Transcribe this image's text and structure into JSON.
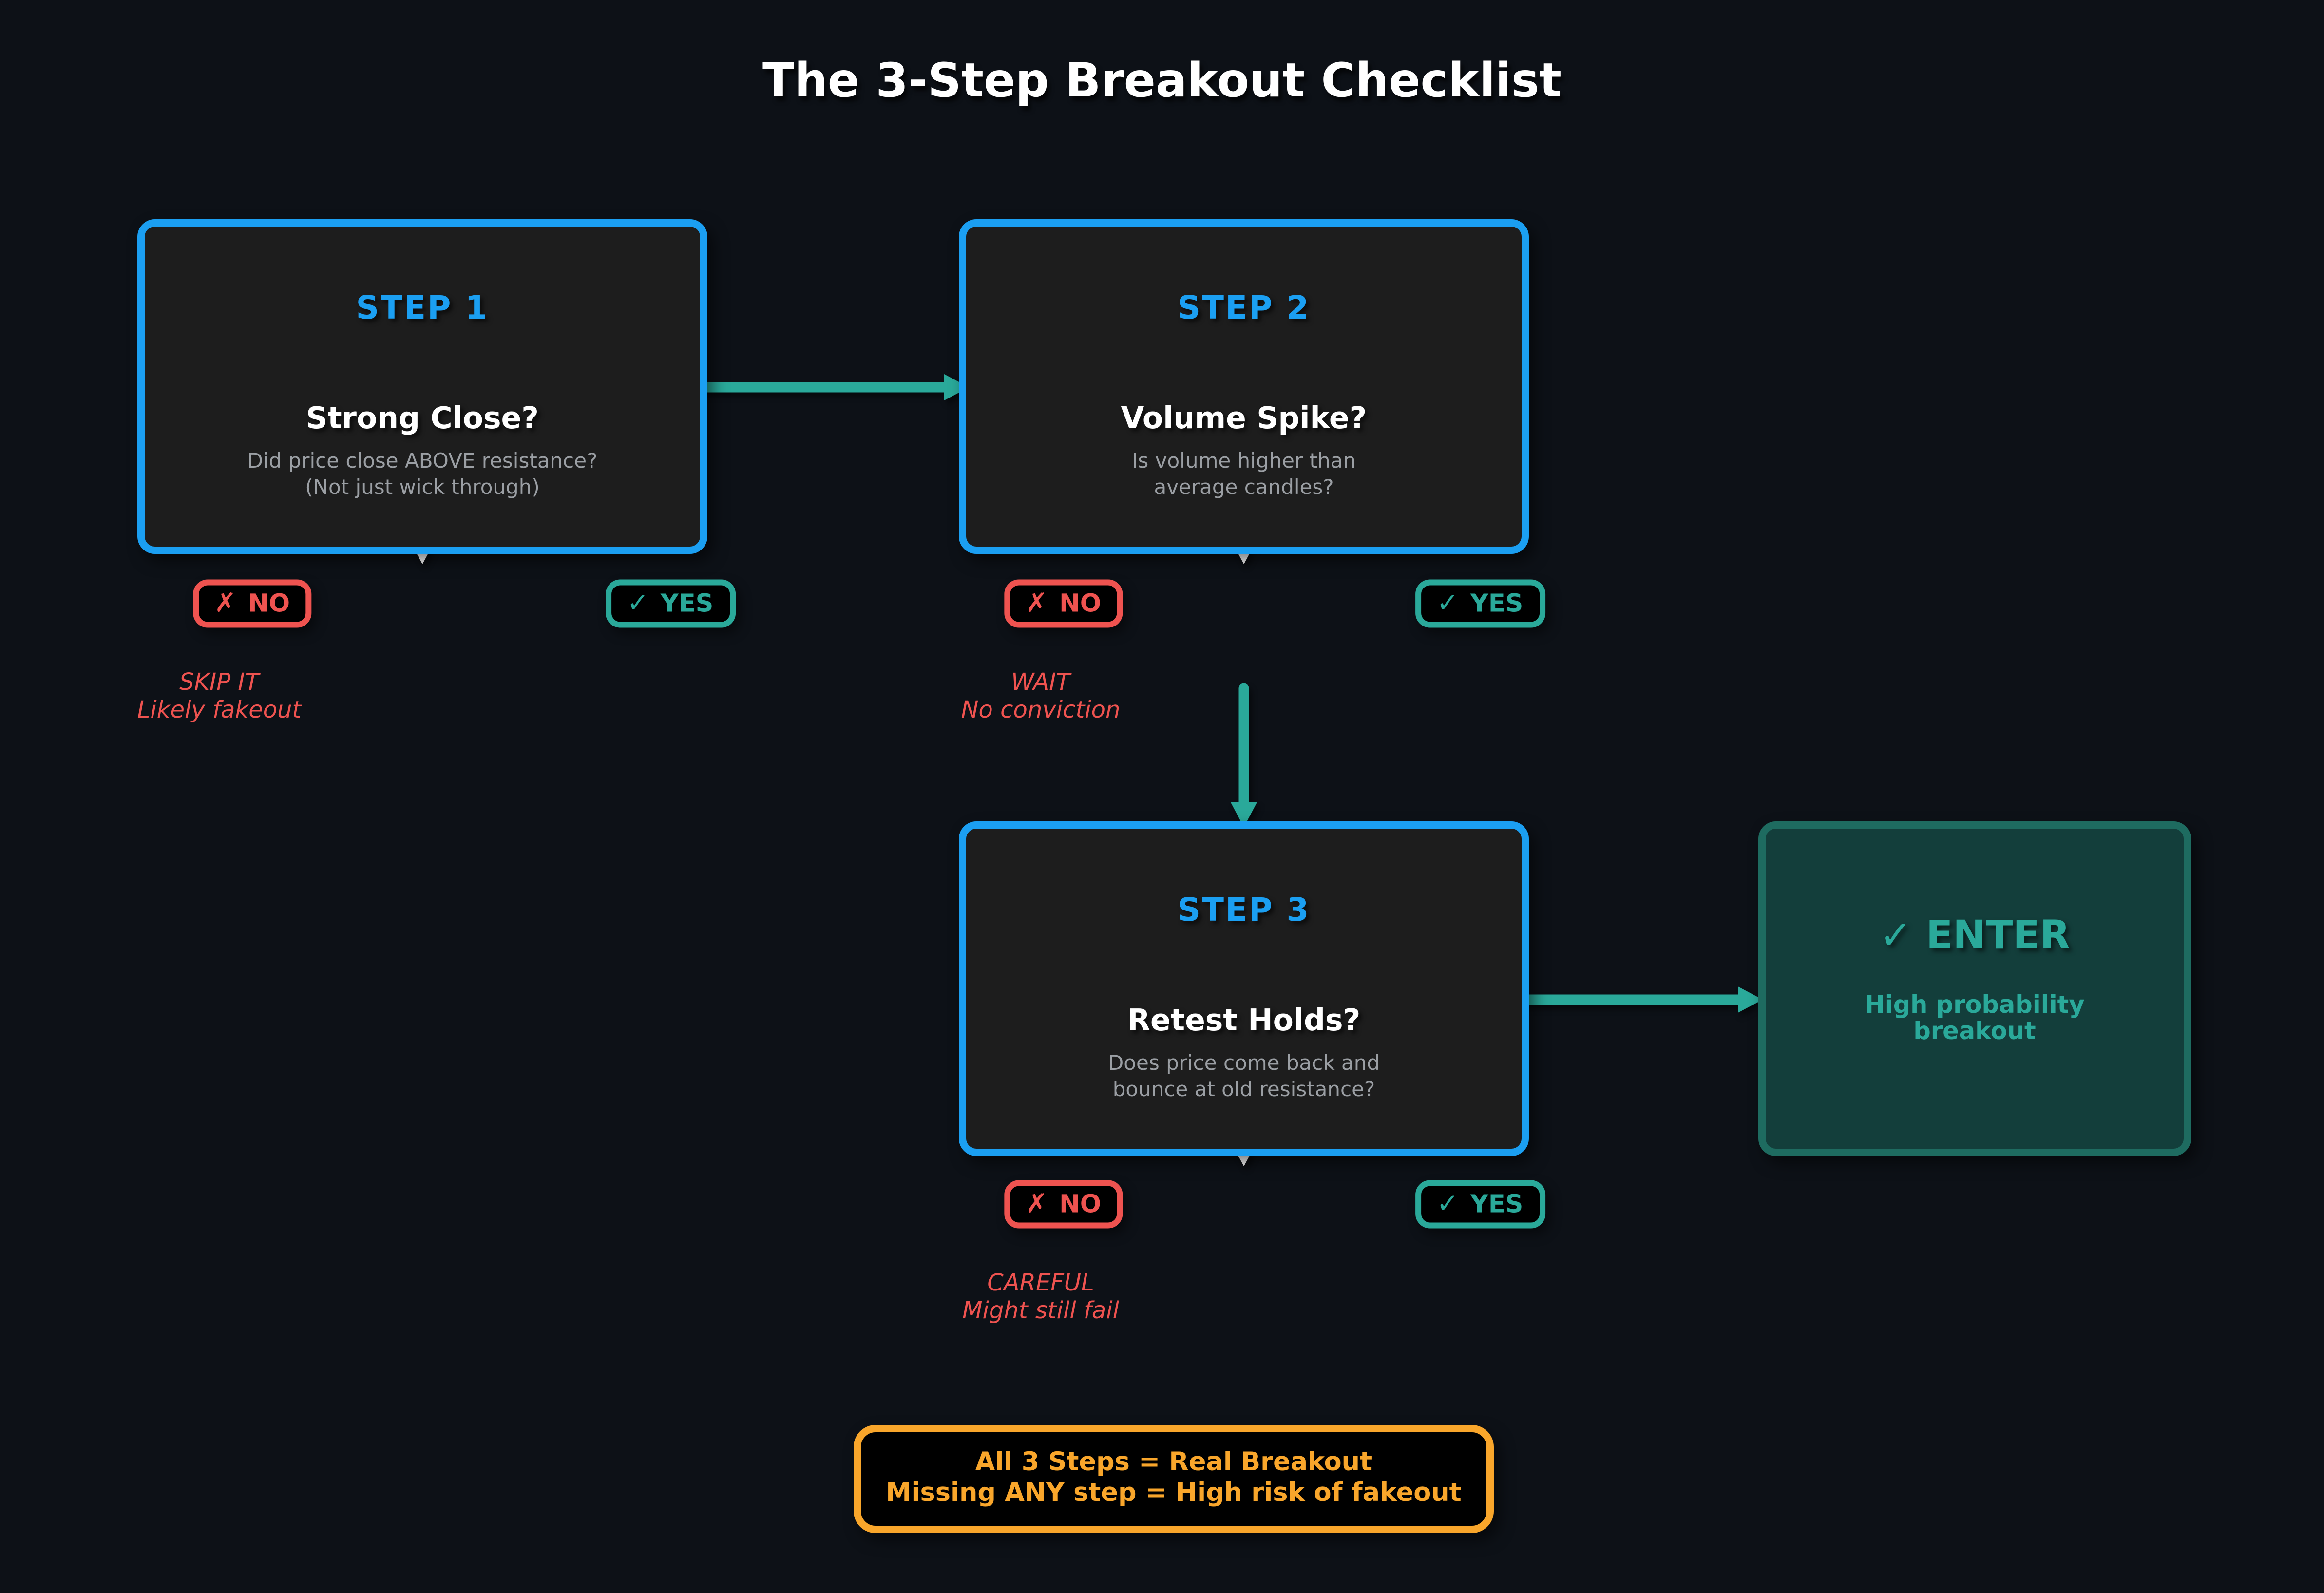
{
  "title": "The 3-Step Breakout Checklist",
  "colors": {
    "background": "#0d1117",
    "box_fill": "#1d1d1d",
    "step_blue": "#1b9ff2",
    "teal": "#2aa99a",
    "enter_fill": "#133e3b",
    "enter_border": "#1e6b60",
    "red": "#ef5350",
    "orange": "#f9a62b",
    "subtext_gray": "#9b9fa4",
    "white": "#ffffff"
  },
  "steps": [
    {
      "label": "STEP 1",
      "question": "Strong Close?",
      "sub_line1": "Did price close ABOVE resistance?",
      "sub_line2": "(Not just wick through)",
      "no_outcome_line1": "SKIP IT",
      "no_outcome_line2": "Likely fakeout"
    },
    {
      "label": "STEP 2",
      "question": "Volume Spike?",
      "sub_line1": "Is volume higher than",
      "sub_line2": "average candles?",
      "no_outcome_line1": "WAIT",
      "no_outcome_line2": "No conviction"
    },
    {
      "label": "STEP 3",
      "question": "Retest Holds?",
      "sub_line1": "Does price come back and",
      "sub_line2": "bounce at old resistance?",
      "no_outcome_line1": "CAREFUL",
      "no_outcome_line2": "Might still fail"
    }
  ],
  "badges": {
    "no_icon": "✗",
    "no_text": "NO",
    "yes_icon": "✓",
    "yes_text": "YES"
  },
  "enter_box": {
    "check_icon": "✓",
    "title": "ENTER",
    "sub_line1": "High probability",
    "sub_line2": "breakout"
  },
  "footer": {
    "line1": "All 3 Steps = Real Breakout",
    "line2": "Missing ANY step = High risk of fakeout"
  }
}
